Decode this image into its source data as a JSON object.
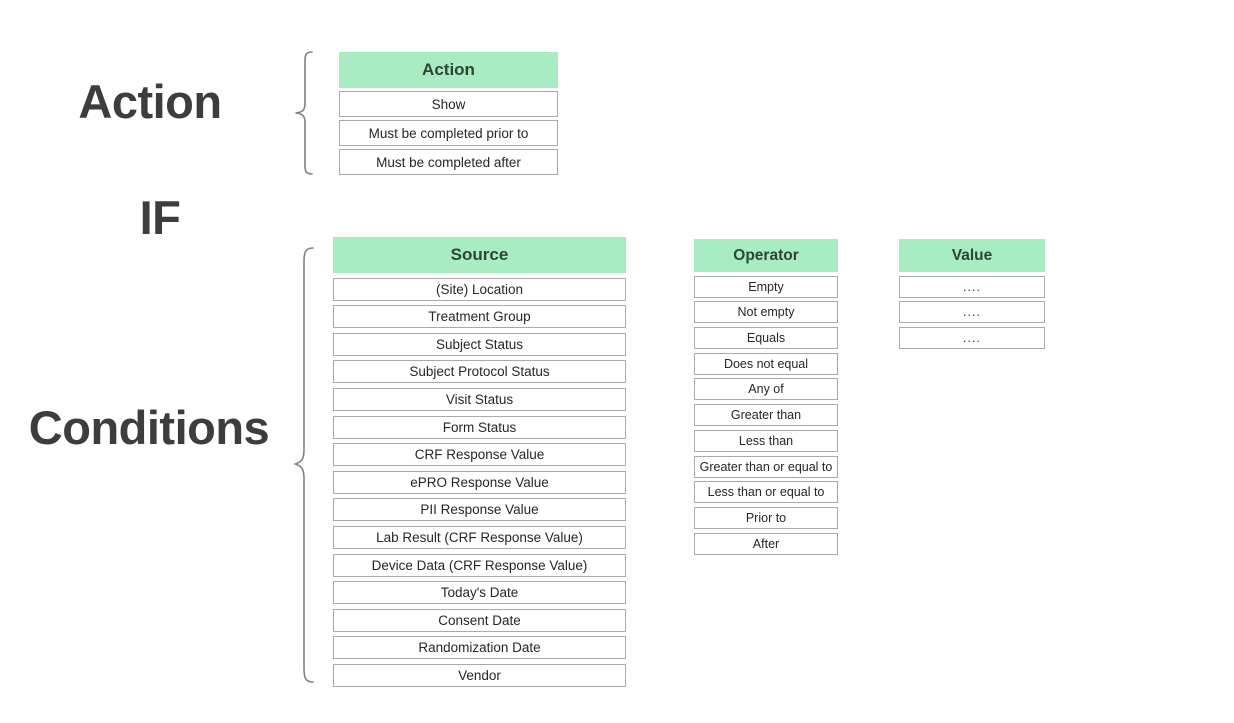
{
  "diagram": {
    "title": "Action / IF / Conditions rule builder reference",
    "background_color": "#ffffff",
    "header_color": "#a7edc1",
    "header_text_color": "#2f4438",
    "cell_border_color": "#a9a9a9",
    "brace_color": "#808080",
    "label_color": "#3d3d3d"
  },
  "sections": {
    "action_label": "Action",
    "if_label": "IF",
    "conditions_label": "Conditions"
  },
  "tables": {
    "action": {
      "header": "Action",
      "rows": [
        "Show",
        "Must be completed prior to",
        "Must be completed after"
      ]
    },
    "source": {
      "header": "Source",
      "rows": [
        "(Site) Location",
        "Treatment Group",
        "Subject Status",
        "Subject Protocol Status",
        "Visit Status",
        "Form Status",
        "CRF Response Value",
        "ePRO Response Value",
        "PII Response Value",
        "Lab Result (CRF Response Value)",
        "Device Data (CRF Response Value)",
        "Today's Date",
        "Consent Date",
        "Randomization Date",
        "Vendor"
      ]
    },
    "operator": {
      "header": "Operator",
      "rows": [
        "Empty",
        "Not empty",
        "Equals",
        "Does not equal",
        "Any of",
        "Greater than",
        "Less than",
        "Greater than or equal to",
        "Less than or equal to",
        "Prior to",
        "After"
      ]
    },
    "value": {
      "header": "Value",
      "rows": [
        "....",
        "....",
        "...."
      ]
    }
  }
}
